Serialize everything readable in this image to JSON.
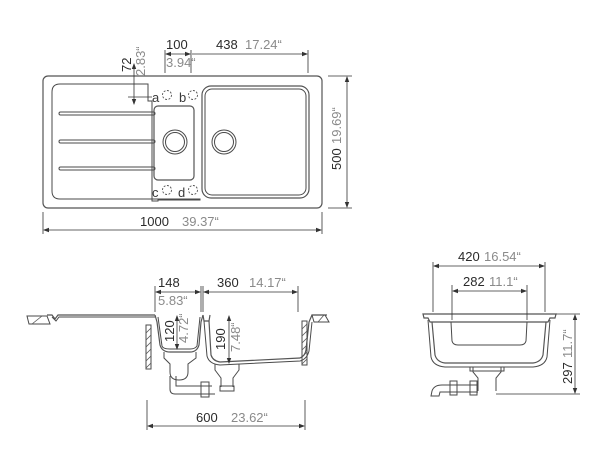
{
  "drawing": {
    "type": "technical drawing - double bowl kitchen sink with drainer",
    "stroke_color": "#4a4a4a",
    "mm_text_color": "#2b2b2b",
    "inch_text_color": "#8a8a8a"
  },
  "top_view": {
    "tap_hole_labels": [
      "a",
      "b",
      "c",
      "d"
    ],
    "dimensions": {
      "overall_width": {
        "mm": "1000",
        "inch": "39.37“"
      },
      "overall_depth": {
        "mm": "500",
        "inch": "19.69“"
      },
      "tap_hole_offset": {
        "mm": "72",
        "inch": "2.83“"
      },
      "small_bowl_offset": {
        "mm": "100",
        "inch": "3.94“"
      },
      "main_bowl_width": {
        "mm": "438",
        "inch": "17.24“"
      }
    }
  },
  "front_section": {
    "dimensions": {
      "small_bowl_width": {
        "mm": "148",
        "inch": "5.83“"
      },
      "main_bowl_width": {
        "mm": "360",
        "inch": "14.17“"
      },
      "small_bowl_depth": {
        "mm": "120",
        "inch": "4.72“"
      },
      "main_bowl_depth": {
        "mm": "190",
        "inch": "7.48“"
      },
      "cabinet_width": {
        "mm": "600",
        "inch": "23.62“"
      }
    }
  },
  "side_section": {
    "dimensions": {
      "outer_width": {
        "mm": "420",
        "inch": "16.54“"
      },
      "inner_width": {
        "mm": "282",
        "inch": "11.1“"
      },
      "total_height": {
        "mm": "297",
        "inch": "11.7“"
      }
    }
  }
}
